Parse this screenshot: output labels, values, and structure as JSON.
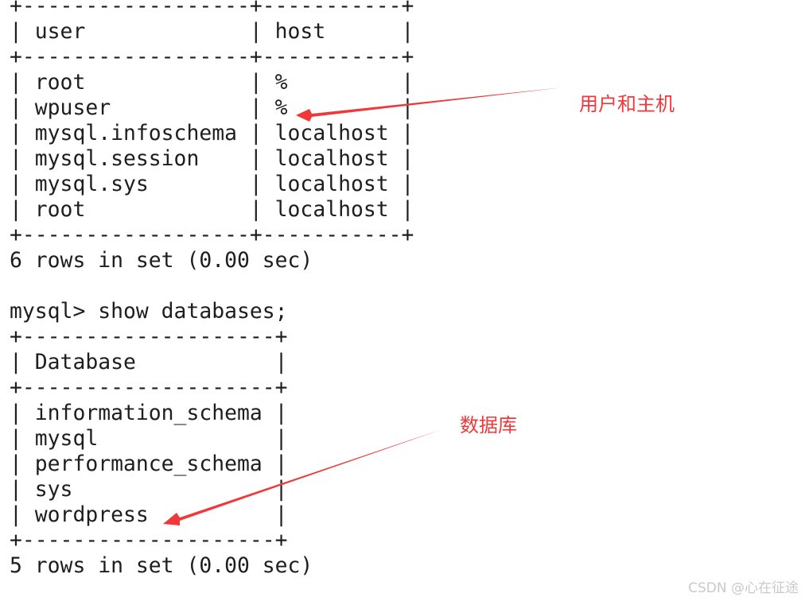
{
  "terminal": {
    "lines": [
      "+------------------+-----------+",
      "| user             | host      |",
      "+------------------+-----------+",
      "| root             | %         |",
      "| wpuser           | %         |",
      "| mysql.infoschema | localhost |",
      "| mysql.session    | localhost |",
      "| mysql.sys        | localhost |",
      "| root             | localhost |",
      "+------------------+-----------+",
      "6 rows in set (0.00 sec)",
      "",
      "mysql> show databases;",
      "+--------------------+",
      "| Database           |",
      "+--------------------+",
      "| information_schema |",
      "| mysql              |",
      "| performance_schema |",
      "| sys                |",
      "| wordpress          |",
      "+--------------------+",
      "5 rows in set (0.00 sec)"
    ]
  },
  "annotations": [
    {
      "label": "用户和主机",
      "color": "#f0383a"
    },
    {
      "label": "数据库",
      "color": "#f0383a"
    }
  ],
  "watermark": "CSDN @心在征途"
}
